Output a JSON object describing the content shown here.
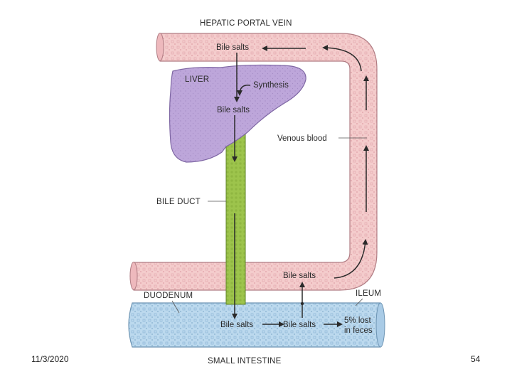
{
  "diagram": {
    "labels": {
      "hepatic_portal_vein": "HEPATIC PORTAL VEIN",
      "bile_salts_top": "Bile salts",
      "liver": "LIVER",
      "synthesis": "Synthesis",
      "bile_salts_liver": "Bile salts",
      "venous_blood": "Venous blood",
      "bile_duct": "BILE DUCT",
      "bile_salts_return": "Bile salts",
      "duodenum": "DUODENUM",
      "ileum": "ILEUM",
      "bile_salts_intestine_1": "Bile salts",
      "bile_salts_intestine_2": "Bile salts",
      "lost_line1": "5% lost",
      "lost_line2": "in feces",
      "small_intestine": "SMALL INTESTINE"
    },
    "colors": {
      "vein": "#f2c9c9",
      "liver": "#b9a3d8",
      "bile_duct": "#9cc24a",
      "intestine": "#b9d8ee"
    }
  },
  "footer": {
    "date": "11/3/2020",
    "slide_number": "54"
  }
}
